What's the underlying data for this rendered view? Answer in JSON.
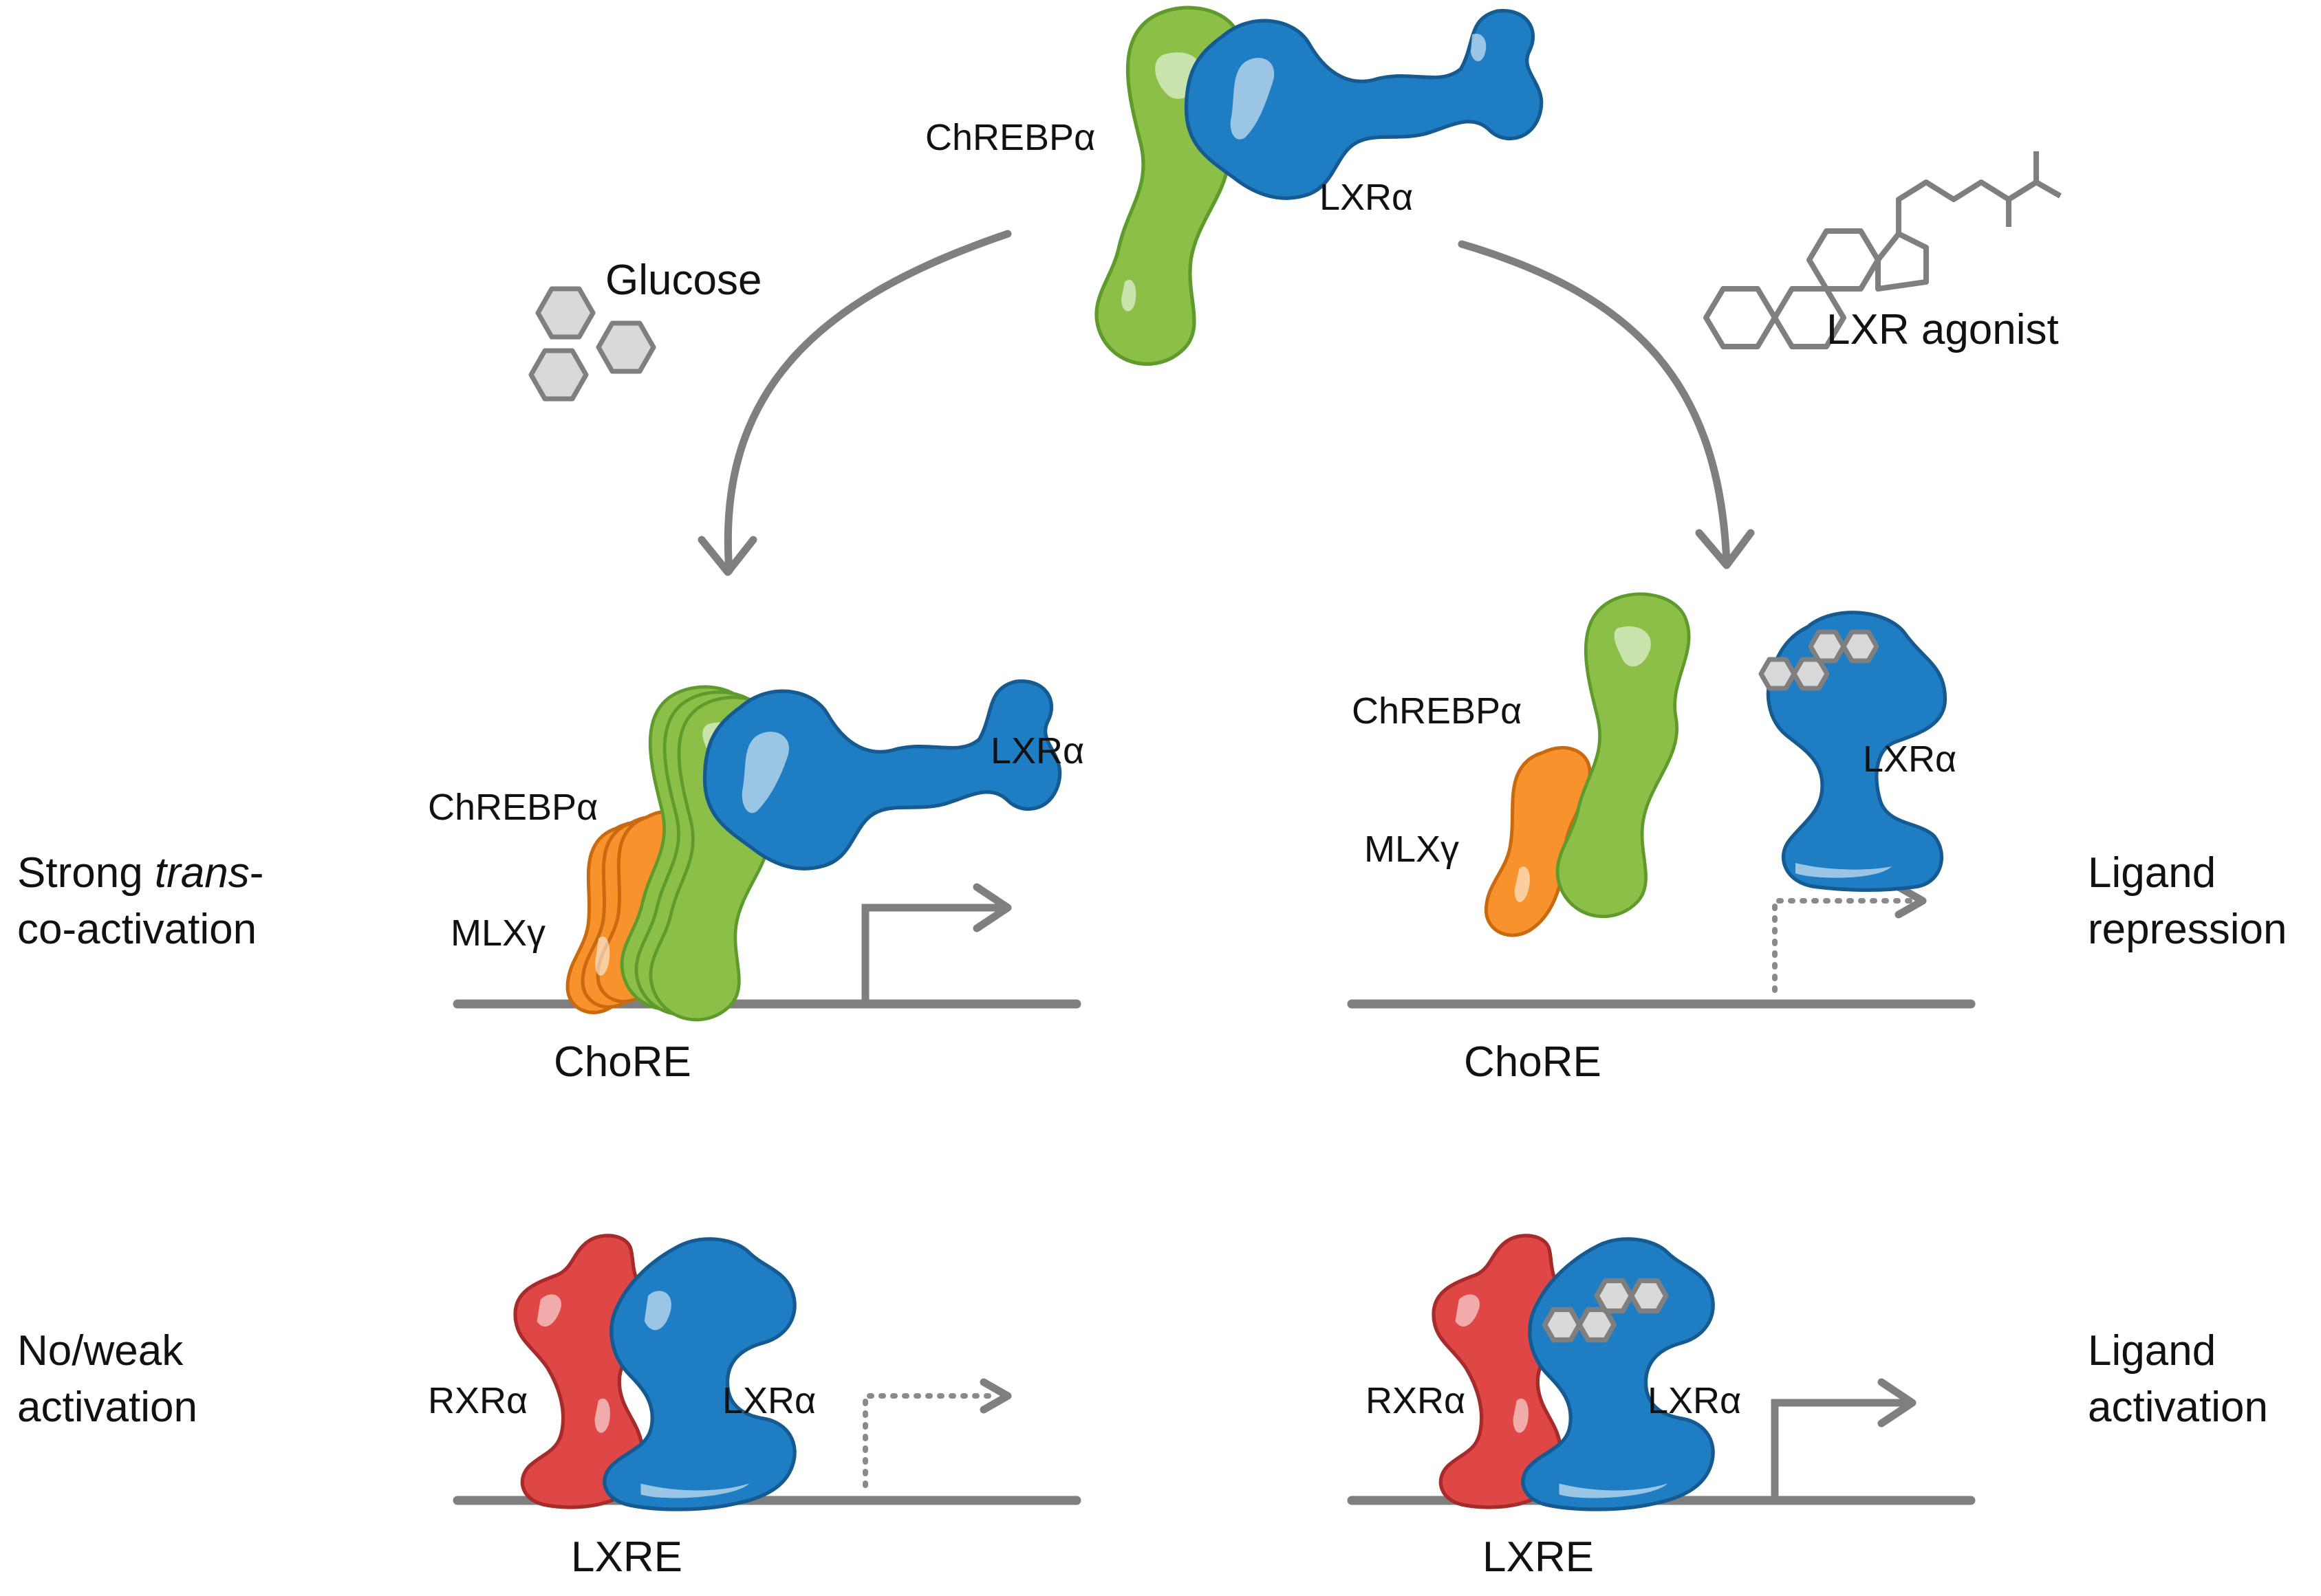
{
  "colors": {
    "chrebp": "#8bbf48",
    "lxr": "#1f7ec3",
    "mlx": "#f7922c",
    "rxr": "#df4646",
    "line": "#7f7f7f"
  },
  "icons": [
    "glucose-hexagons",
    "sterol-ring-structure",
    "bound-ligand-hexagons"
  ],
  "top": {
    "chrebp_label": "ChREBPα",
    "lxr_label": "LXRα",
    "glucose_label": "Glucose",
    "agonist_label": "LXR agonist"
  },
  "panel_left_mid": {
    "chrebp_label": "ChREBPα",
    "lxr_label": "LXRα",
    "mlx_label": "MLXγ",
    "element_label": "ChoRE",
    "side_label_line1_pre": "Strong ",
    "side_label_line1_em": "trans",
    "side_label_line1_post": "-",
    "side_label_line2": "co-activation"
  },
  "panel_right_mid": {
    "chrebp_label": "ChREBPα",
    "lxr_label": "LXRα",
    "mlx_label": "MLXγ",
    "element_label": "ChoRE",
    "side_label_line1": "Ligand",
    "side_label_line2": "repression"
  },
  "panel_left_bottom": {
    "rxr_label": "RXRα",
    "lxr_label": "LXRα",
    "element_label": "LXRE",
    "side_label_line1": "No/weak",
    "side_label_line2": "activation"
  },
  "panel_right_bottom": {
    "rxr_label": "RXRα",
    "lxr_label": "LXRα",
    "element_label": "LXRE",
    "side_label_line1": "Ligand",
    "side_label_line2": "activation"
  }
}
